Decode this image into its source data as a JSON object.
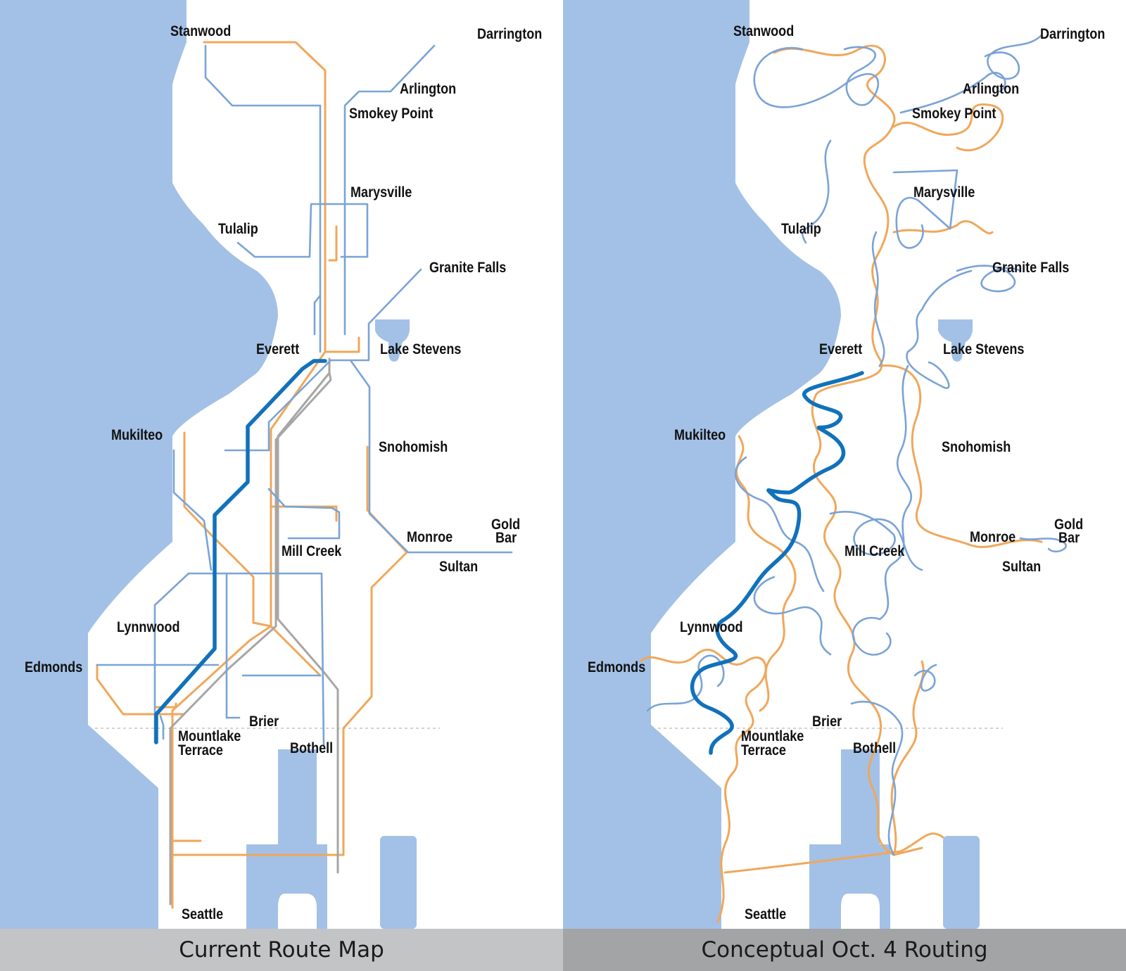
{
  "colors": {
    "water": "#a3c1e6",
    "local_route": "#7aa3d6",
    "commuter_route": "#f0a75a",
    "express_route": "#a6a6a6",
    "swift_brt": "#1171bb",
    "caption_left_bg": "#c3c4c6",
    "caption_right_bg": "#a3a4a6"
  },
  "panels": [
    {
      "caption": "Current Route Map",
      "places": {
        "stanwood": "Stanwood",
        "darrington": "Darrington",
        "arlington": "Arlington",
        "smokey_point": "Smokey Point",
        "marysville": "Marysville",
        "tulalip": "Tulalip",
        "granite_falls": "Granite Falls",
        "everett": "Everett",
        "lake_stevens": "Lake Stevens",
        "mukilteo": "Mukilteo",
        "snohomish": "Snohomish",
        "monroe": "Monroe",
        "gold": "Gold",
        "bar": "Bar",
        "sultan": "Sultan",
        "mill_creek": "Mill Creek",
        "lynnwood": "Lynnwood",
        "edmonds": "Edmonds",
        "brier": "Brier",
        "mountlake": "Mountlake",
        "terrace": "Terrace",
        "bothell": "Bothell",
        "seattle": "Seattle"
      }
    },
    {
      "caption": "Conceptual Oct. 4 Routing",
      "places": {
        "stanwood": "Stanwood",
        "darrington": "Darrington",
        "arlington": "Arlington",
        "smokey_point": "Smokey Point",
        "marysville": "Marysville",
        "tulalip": "Tulalip",
        "granite_falls": "Granite Falls",
        "everett": "Everett",
        "lake_stevens": "Lake Stevens",
        "mukilteo": "Mukilteo",
        "snohomish": "Snohomish",
        "monroe": "Monroe",
        "gold": "Gold",
        "bar": "Bar",
        "sultan": "Sultan",
        "mill_creek": "Mill Creek",
        "lynnwood": "Lynnwood",
        "edmonds": "Edmonds",
        "brier": "Brier",
        "mountlake": "Mountlake",
        "terrace": "Terrace",
        "bothell": "Bothell",
        "seattle": "Seattle"
      }
    }
  ]
}
